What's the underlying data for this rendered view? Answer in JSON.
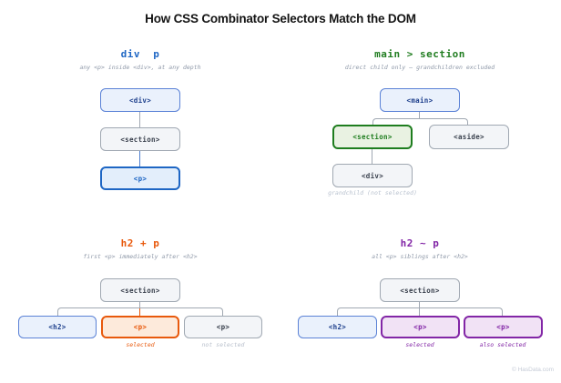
{
  "page": {
    "title": "How CSS Combinator Selectors Match the DOM",
    "watermark": "© HasData.com"
  },
  "colors": {
    "blue_accent": "#1e66c4",
    "blue_context_border": "#5b82d6",
    "blue_fill": "#e3eefb",
    "green_accent": "#1e7d1e",
    "green_fill": "#e9f2e2",
    "orange_accent": "#e8590c",
    "orange_fill": "#fdeadb",
    "purple_accent": "#8226a6",
    "purple_fill": "#f1e2f5",
    "gray_border": "#a0a8b2",
    "gray_fill": "#f3f5f8",
    "subtitle_gray": "#8e98a8",
    "muted_gray": "#b9c0cc"
  },
  "panels": [
    {
      "selector": "div  p",
      "description": "any <p> inside <div>, at any depth",
      "nodes": [
        "<div>",
        "<section>",
        "<p>"
      ]
    },
    {
      "selector": "main > section",
      "description": "direct child only — grandchildren excluded",
      "nodes": [
        "<main>",
        "<section>",
        "<aside>",
        "<div>"
      ],
      "note": "grandchild (not selected)"
    },
    {
      "selector": "h2 + p",
      "description": "first <p> immediately after <h2>",
      "nodes": [
        "<section>",
        "<h2>",
        "<p>",
        "<p>"
      ],
      "labels": {
        "selected": "selected",
        "not_selected": "not selected"
      }
    },
    {
      "selector": "h2 ~ p",
      "description": "all <p> siblings after <h2>",
      "nodes": [
        "<section>",
        "<h2>",
        "<p>",
        "<p>"
      ],
      "labels": {
        "selected": "selected",
        "also_selected": "also selected"
      }
    }
  ]
}
